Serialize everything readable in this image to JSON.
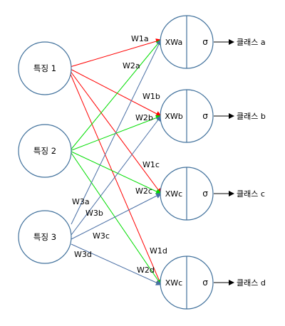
{
  "diagram": {
    "inputs": [
      {
        "label": "특징 1"
      },
      {
        "label": "특징 2"
      },
      {
        "label": "특징 3"
      }
    ],
    "neurons": [
      {
        "xw": "XWa",
        "activation": "σ",
        "output": "클래스 a"
      },
      {
        "xw": "XWb",
        "activation": "σ",
        "output": "클래스 b"
      },
      {
        "xw": "XWc",
        "activation": "σ",
        "output": "클래스 c"
      },
      {
        "xw": "XWc",
        "activation": "σ",
        "output": "클래스 d"
      }
    ],
    "weights": {
      "w1a": "W1a",
      "w1b": "W1b",
      "w1c": "W1c",
      "w1d": "W1d",
      "w2a": "W2a",
      "w2b": "W2b",
      "w2c": "W2c",
      "w2d": "W2d",
      "w3a": "W3a",
      "w3b": "W3b",
      "w3c": "W3c",
      "w3d": "W3d"
    },
    "colors": {
      "input1_edges": "#ff0000",
      "input2_edges": "#00dd00",
      "input3_edges": "#4a6fa5",
      "node_stroke": "#41719c",
      "arrow": "#000000"
    }
  }
}
